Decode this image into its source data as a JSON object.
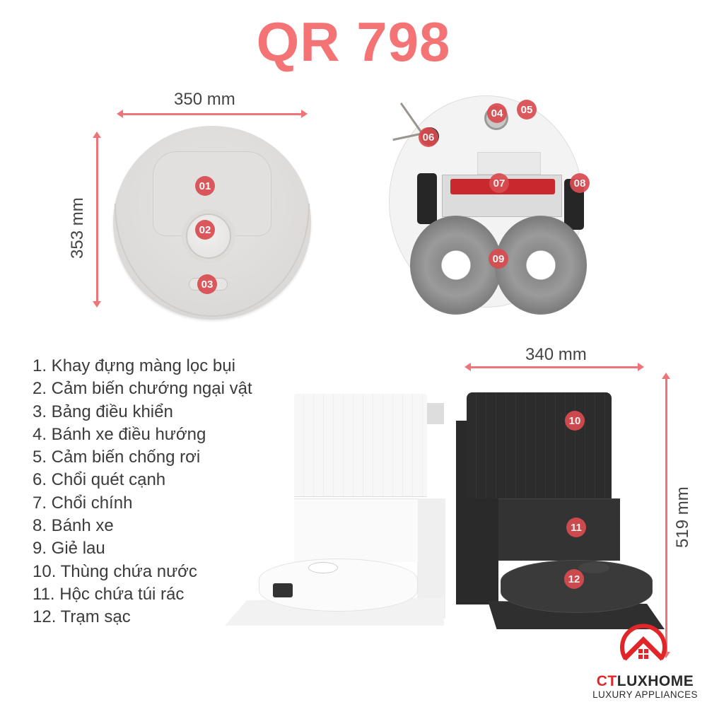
{
  "title": "QR 798",
  "colors": {
    "accent": "#f47375",
    "dimension_line": "#ee7479",
    "badge": "#d94c50",
    "text": "#3b3b3b",
    "brand_red": "#e1262a"
  },
  "top_view": {
    "width_label": "350 mm",
    "height_label": "353 mm",
    "badges": [
      "01",
      "02",
      "03"
    ]
  },
  "bottom_view": {
    "badges": [
      "04",
      "05",
      "06",
      "07",
      "08",
      "09"
    ]
  },
  "station": {
    "width_label": "340 mm",
    "height_label": "519  mm",
    "badges": [
      "10",
      "11",
      "12"
    ]
  },
  "legend": [
    "1. Khay đựng màng lọc bụi",
    "2. Cảm biến chướng ngại vật",
    "3. Bảng điều khiển",
    "4. Bánh xe điều hướng",
    "5. Cảm biến chống rơi",
    "6. Chổi quét cạnh",
    "7. Chổi chính",
    "8. Bánh xe",
    "9. Giẻ lau",
    "10. Thùng chứa nước",
    "11. Hộc chứa túi rác",
    "12. Trạm sạc"
  ],
  "logo": {
    "brand_ct": "CT",
    "brand_rest": "LUXHOME",
    "tagline": "LUXURY APPLIANCES",
    "icon": "house-in-circle-icon"
  }
}
